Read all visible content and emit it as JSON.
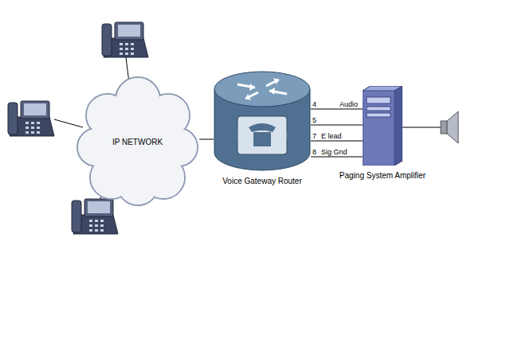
{
  "diagram": {
    "nodes": [
      {
        "text": [
          "IP NETWORK"
        ]
      },
      {
        "text": [
          "Voice Gateway Router"
        ]
      },
      {
        "text": [
          "Paging System Amplifier"
        ]
      }
    ],
    "edges": [
      {
        "from": 0,
        "to": 1,
        "arrow": "none"
      },
      {
        "from": 1,
        "to": 2,
        "label": "Audio",
        "arrow": "none"
      },
      {
        "from": 1,
        "to": 2,
        "arrow": "none"
      },
      {
        "from": 1,
        "to": 2,
        "label": "E lead",
        "arrow": "none"
      },
      {
        "from": 1,
        "to": 2,
        "label": "Sig Gnd",
        "arrow": "none"
      }
    ],
    "labels": [
      "4",
      "5",
      "7",
      "8"
    ]
  }
}
